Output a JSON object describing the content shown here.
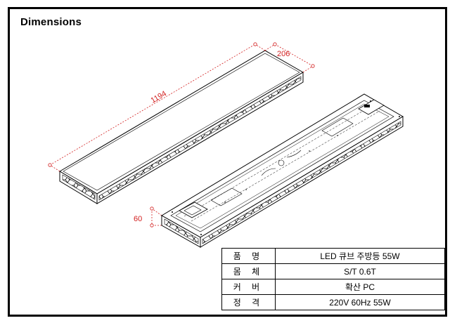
{
  "header": {
    "title": "Dimensions"
  },
  "dimensions": {
    "length": "1194",
    "width": "206",
    "height": "60"
  },
  "colors": {
    "dimension": "#d21f1f",
    "line": "#000000"
  },
  "spec_table": {
    "rows": [
      {
        "label": "품 명",
        "value": "LED 큐브 주방등 55W"
      },
      {
        "label": "몸 체",
        "value": "S/T 0.6T"
      },
      {
        "label": "커 버",
        "value": "확산 PC"
      },
      {
        "label": "정 격",
        "value": "220V 60Hz 55W"
      }
    ]
  }
}
